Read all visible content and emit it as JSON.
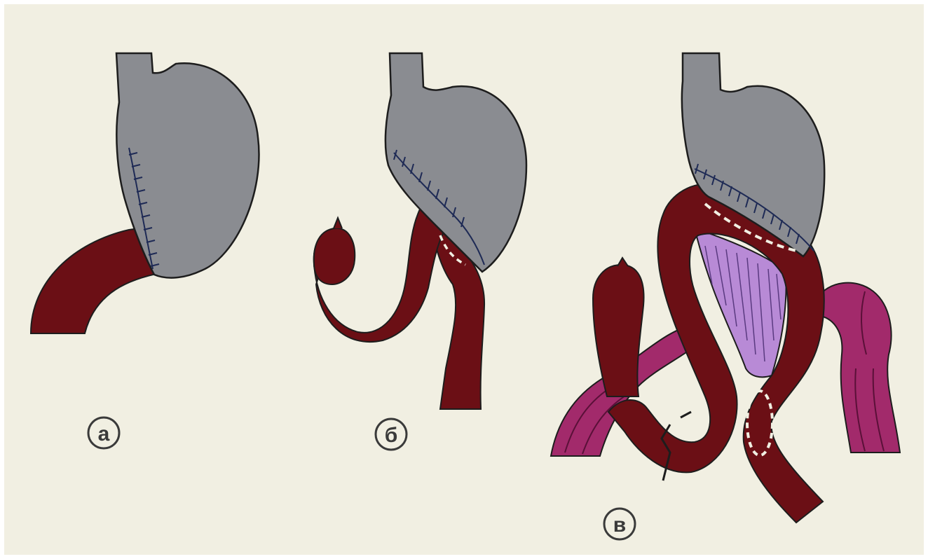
{
  "panels": [
    {
      "id": "a",
      "label": "а"
    },
    {
      "id": "b",
      "label": "б"
    },
    {
      "id": "c",
      "label": "в"
    }
  ],
  "colors": {
    "background": "#f1efe2",
    "stomach": "#8a8c91",
    "intestine": "#6b0f15",
    "colon": "#a22a6b",
    "mesentery": "#b88ad6",
    "outline": "#1d1d1d",
    "dashed_marker": "#f1efe2"
  },
  "icons": [
    "stomach-icon",
    "jejunal-loop-icon",
    "colon-icon"
  ]
}
